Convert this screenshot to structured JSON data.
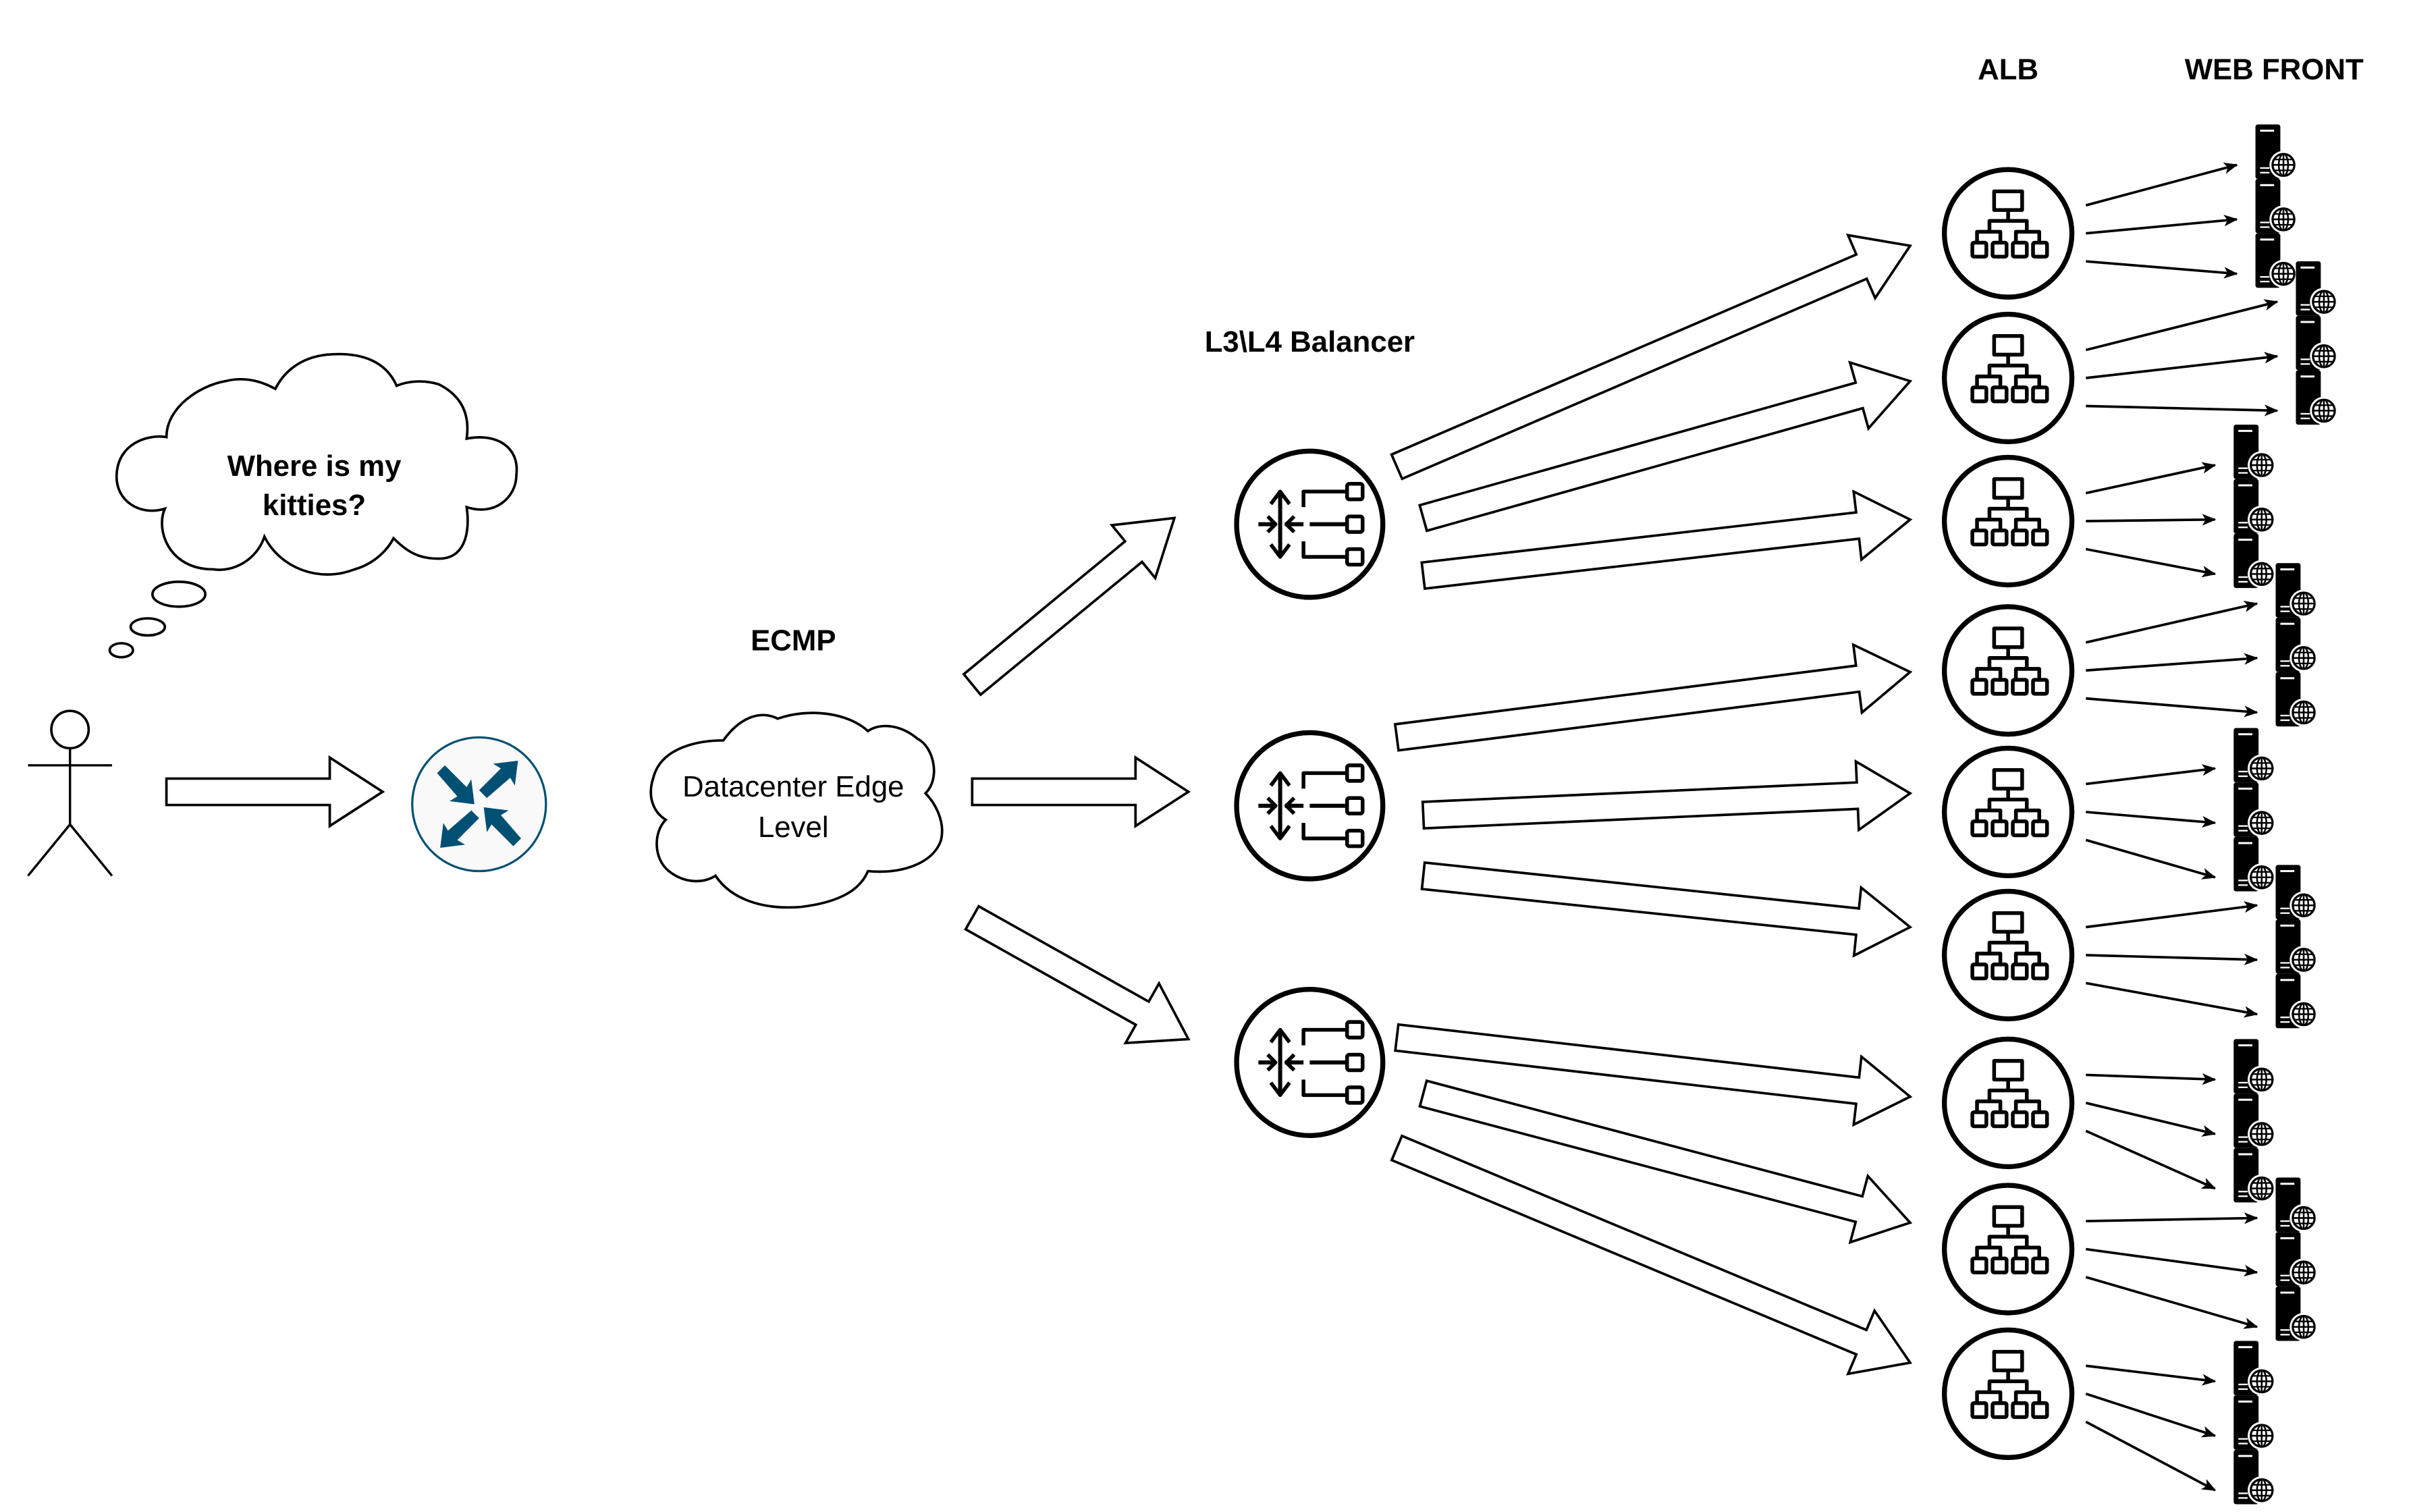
{
  "diagram": {
    "colors": {
      "stroke": "#000000",
      "router_accent": "#005073",
      "router_fill": "#f9f9f9",
      "background": "#ffffff"
    },
    "labels": {
      "thought": "Where is my kitties?",
      "thought_line1": "Where is my",
      "thought_line2": "kitties?",
      "ecmp": "ECMP",
      "edge_cloud_line1": "Datacenter Edge",
      "edge_cloud_line2": "Level",
      "l3l4_header": "L3\\L4 Balancer",
      "alb_header": "ALB",
      "web_front_header": "WEB FRONT"
    },
    "nodes": {
      "user": {
        "id": "user",
        "type": "actor",
        "icon": "stick-figure-icon"
      },
      "thought_bubble": {
        "id": "thought",
        "type": "thought-cloud",
        "text": "Where is my kitties?"
      },
      "edge_router": {
        "id": "router",
        "type": "router",
        "icon": "router-arrows-icon"
      },
      "edge_cloud": {
        "id": "edge",
        "type": "cloud",
        "text": "Datacenter Edge Level"
      },
      "balancers": [
        {
          "id": "l4-1",
          "icon": "network-load-balancer-icon"
        },
        {
          "id": "l4-2",
          "icon": "network-load-balancer-icon"
        },
        {
          "id": "l4-3",
          "icon": "network-load-balancer-icon"
        }
      ],
      "albs": [
        {
          "id": "alb-1",
          "icon": "hierarchy-icon"
        },
        {
          "id": "alb-2",
          "icon": "hierarchy-icon"
        },
        {
          "id": "alb-3",
          "icon": "hierarchy-icon"
        },
        {
          "id": "alb-4",
          "icon": "hierarchy-icon"
        },
        {
          "id": "alb-5",
          "icon": "hierarchy-icon"
        },
        {
          "id": "alb-6",
          "icon": "hierarchy-icon"
        },
        {
          "id": "alb-7",
          "icon": "hierarchy-icon"
        },
        {
          "id": "alb-8",
          "icon": "hierarchy-icon"
        },
        {
          "id": "alb-9",
          "icon": "hierarchy-icon"
        }
      ],
      "web_servers_per_alb": 3,
      "web_server_icon": "web-server-globe-icon"
    },
    "edges": [
      {
        "from": "user",
        "to": "router",
        "style": "block-arrow"
      },
      {
        "from": "edge",
        "to": "l4-1",
        "style": "block-arrow"
      },
      {
        "from": "edge",
        "to": "l4-2",
        "style": "block-arrow"
      },
      {
        "from": "edge",
        "to": "l4-3",
        "style": "block-arrow"
      },
      {
        "from": "l4-1",
        "to": "alb-1",
        "style": "block-arrow"
      },
      {
        "from": "l4-1",
        "to": "alb-2",
        "style": "block-arrow"
      },
      {
        "from": "l4-1",
        "to": "alb-3",
        "style": "block-arrow"
      },
      {
        "from": "l4-2",
        "to": "alb-4",
        "style": "block-arrow"
      },
      {
        "from": "l4-2",
        "to": "alb-5",
        "style": "block-arrow"
      },
      {
        "from": "l4-2",
        "to": "alb-6",
        "style": "block-arrow"
      },
      {
        "from": "l4-3",
        "to": "alb-7",
        "style": "block-arrow"
      },
      {
        "from": "l4-3",
        "to": "alb-8",
        "style": "block-arrow"
      },
      {
        "from": "l4-3",
        "to": "alb-9",
        "style": "block-arrow"
      }
    ],
    "alb_to_web_style": "thin-arrow"
  }
}
